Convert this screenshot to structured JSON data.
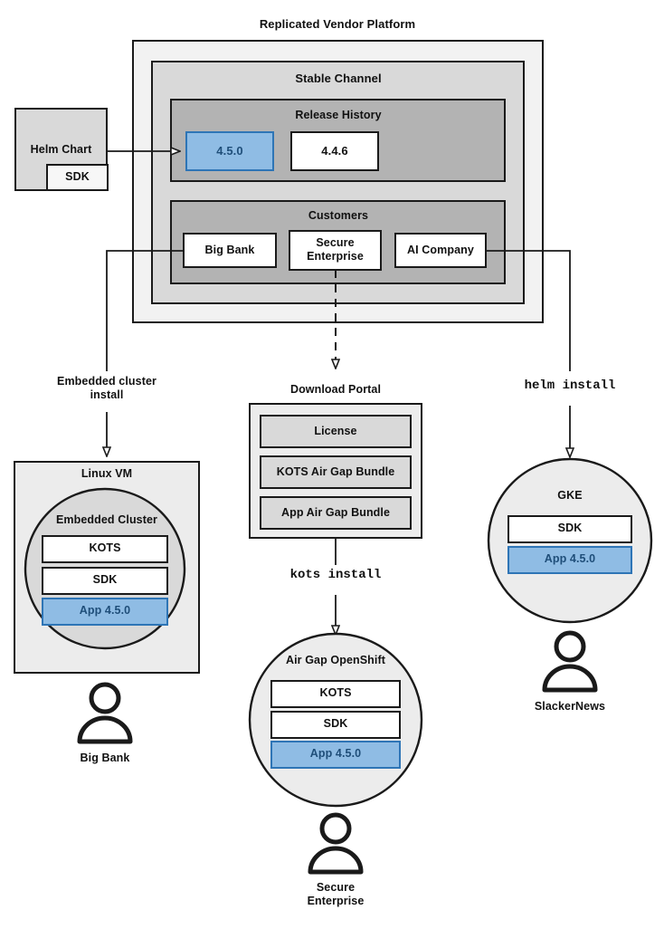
{
  "diagram": {
    "title": "Replicated Vendor Platform",
    "colors": {
      "blue_fill": "#8fbce4",
      "blue_border": "#2e75b6",
      "blue_text": "#1f4e79",
      "gray_dark": "#b3b3b3",
      "gray_mid": "#d9d9d9",
      "gray_light": "#ececec",
      "gray_lightest": "#f2f2f2",
      "stroke": "#1a1a1a",
      "background": "#ffffff"
    },
    "platform": {
      "label": "Replicated Vendor Platform",
      "channel": {
        "label": "Stable Channel",
        "release_history": {
          "label": "Release History",
          "releases": [
            {
              "version": "4.5.0",
              "highlighted": true
            },
            {
              "version": "4.4.6",
              "highlighted": false
            }
          ]
        },
        "customers": {
          "label": "Customers",
          "items": [
            {
              "name": "Big Bank"
            },
            {
              "name": "Secure\nEnterprise"
            },
            {
              "name": "AI Company"
            }
          ]
        }
      }
    },
    "source": {
      "label": "Helm Chart",
      "sdk_label": "SDK"
    },
    "edges": [
      {
        "id": "helm-chart-to-release",
        "label": "",
        "style": "solid",
        "arrow": true
      },
      {
        "id": "big-bank-to-linux-vm",
        "label": "Embedded cluster\ninstall",
        "style": "solid",
        "arrow": true
      },
      {
        "id": "secure-enterprise-to-download-portal",
        "label": "",
        "style": "dashed",
        "arrow": true
      },
      {
        "id": "download-portal-to-openshift",
        "label": "kots install",
        "style": "solid",
        "arrow": true,
        "mono": true
      },
      {
        "id": "ai-company-to-gke",
        "label": "helm install",
        "style": "solid",
        "arrow": true,
        "mono": true
      }
    ],
    "targets": [
      {
        "id": "linux-vm",
        "shape": "rect",
        "label": "Linux VM",
        "inner": {
          "shape": "circle",
          "label": "Embedded Cluster",
          "components": [
            {
              "label": "KOTS",
              "highlighted": false
            },
            {
              "label": "SDK",
              "highlighted": false
            },
            {
              "label": "App 4.5.0",
              "highlighted": true
            }
          ]
        },
        "actor": "Big Bank"
      },
      {
        "id": "air-gap-openshift",
        "shape": "circle",
        "label": "Air Gap OpenShift",
        "components": [
          {
            "label": "KOTS",
            "highlighted": false
          },
          {
            "label": "SDK",
            "highlighted": false
          },
          {
            "label": "App 4.5.0",
            "highlighted": true
          }
        ],
        "actor": "Secure\nEnterprise"
      },
      {
        "id": "gke",
        "shape": "circle",
        "label": "GKE",
        "components": [
          {
            "label": "SDK",
            "highlighted": false
          },
          {
            "label": "App 4.5.0",
            "highlighted": true
          }
        ],
        "actor": "SlackerNews"
      }
    ],
    "download_portal": {
      "label": "Download Portal",
      "artifacts": [
        {
          "label": "License"
        },
        {
          "label": "KOTS Air Gap Bundle"
        },
        {
          "label": "App Air Gap Bundle"
        }
      ]
    }
  }
}
